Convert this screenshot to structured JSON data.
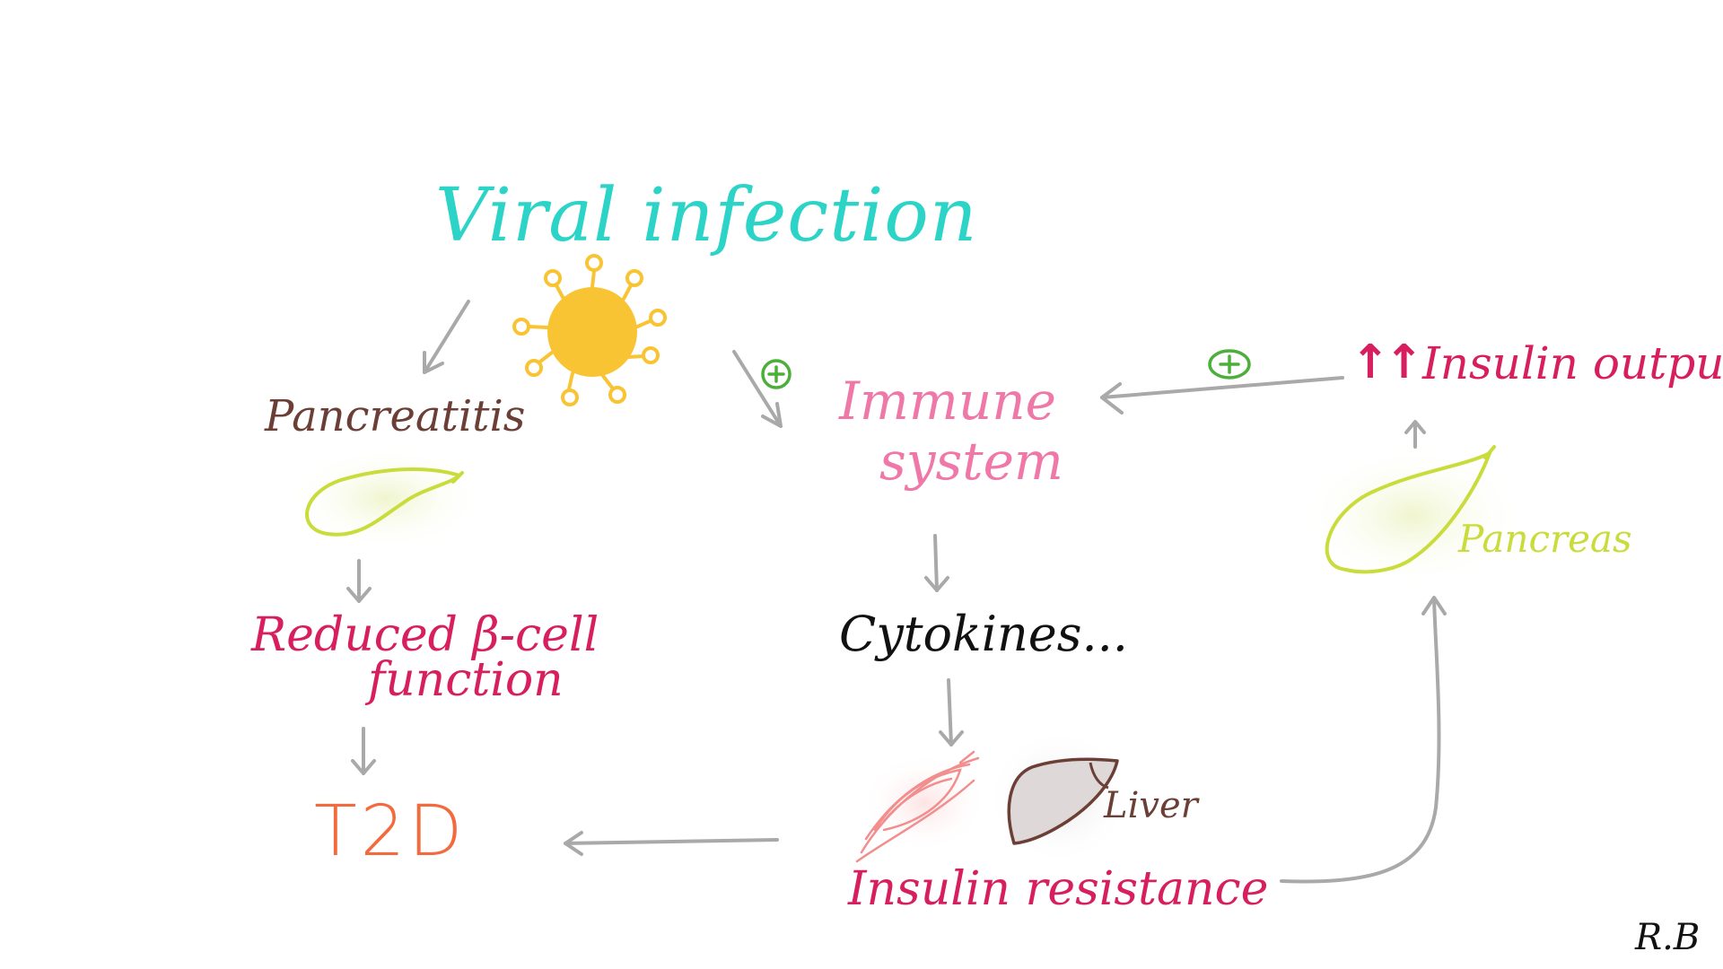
{
  "diagram": {
    "nodes": {
      "viral_infection": "Viral infection",
      "pancreatitis": "Pancreatitis",
      "reduced_beta_line1": "Reduced β-cell",
      "reduced_beta_line2": "function",
      "t2d": "T2D",
      "immune_line1": "Immune",
      "immune_line2": "system",
      "cytokines": "Cytokines...",
      "liver": "Liver",
      "insulin_resistance": "Insulin resistance",
      "insulin_output": "Insulin output",
      "insulin_output_prefix": "↑↑",
      "pancreas": "Pancreas"
    },
    "signature": "R.B",
    "edges": [
      {
        "from": "viral_infection",
        "to": "pancreatitis"
      },
      {
        "from": "pancreatitis",
        "to": "reduced_beta"
      },
      {
        "from": "reduced_beta",
        "to": "t2d"
      },
      {
        "from": "viral_infection",
        "to": "immune_system",
        "sign": "+"
      },
      {
        "from": "immune_system",
        "to": "cytokines"
      },
      {
        "from": "cytokines",
        "to": "insulin_resistance"
      },
      {
        "from": "insulin_resistance",
        "to": "t2d"
      },
      {
        "from": "insulin_resistance",
        "to": "pancreas"
      },
      {
        "from": "pancreas",
        "to": "insulin_output"
      },
      {
        "from": "insulin_output",
        "to": "immune_system",
        "sign": "+"
      }
    ],
    "colors": {
      "viral": "#2bd4c6",
      "virus": "#f8c433",
      "arrow": "#a9a9a9",
      "plus": "#4caf3a",
      "brown": "#6b3f36",
      "crimson": "#d71f5f",
      "pink": "#ef78a8",
      "orange": "#f26a3d",
      "lime": "#c9dc3c"
    },
    "icons": [
      "virus-icon",
      "pancreas-icon",
      "muscle-icon",
      "liver-icon"
    ]
  }
}
